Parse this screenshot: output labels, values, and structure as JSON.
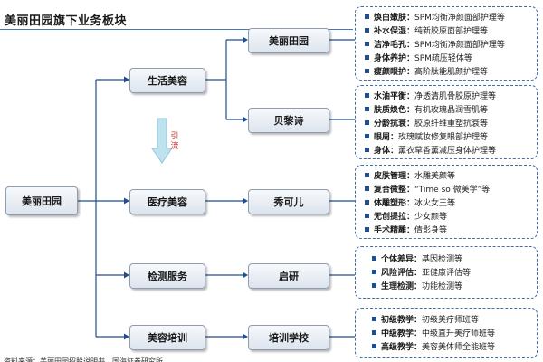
{
  "title": "美丽田园旗下业务板块",
  "root": "美丽田园",
  "categories": [
    {
      "label": "生活美容"
    },
    {
      "label": "医疗美容"
    },
    {
      "label": "检测服务"
    },
    {
      "label": "美容培训"
    }
  ],
  "brands": [
    {
      "label": "美丽田园"
    },
    {
      "label": "贝黎诗"
    },
    {
      "label": "秀可儿"
    },
    {
      "label": "启研"
    },
    {
      "label": "培训学校"
    }
  ],
  "traffic_label": "引流",
  "details": [
    {
      "items": [
        {
          "category": "焕白嫩肤：",
          "desc": "SPM均衡净颜面部护理等"
        },
        {
          "category": "补水保湿：",
          "desc": "纯新胶原面部护理等"
        },
        {
          "category": "洁净毛孔：",
          "desc": "SPM均衡净颜面部护理等"
        },
        {
          "category": "身体养护：",
          "desc": "SPM疏压轻体等"
        },
        {
          "category": "瘦颜眼护：",
          "desc": "高阶肽能肌颜护理等"
        }
      ]
    },
    {
      "items": [
        {
          "category": "水油平衡：",
          "desc": "净透清肌骨胶原护理等"
        },
        {
          "category": "肤质焕色：",
          "desc": "有机玫瑰晶润雪肌等"
        },
        {
          "category": "分龄抗衰：",
          "desc": "胶原纤维重塑抗衰等"
        },
        {
          "category": "眼周：",
          "desc": "玫瑰赋妆修复眼部护理等"
        },
        {
          "category": "身体：",
          "desc": "薰衣草香薰减压身体护理等"
        }
      ]
    },
    {
      "items": [
        {
          "category": "皮肤管理：",
          "desc": "水雕美颜等"
        },
        {
          "category": "复合微整：",
          "desc": "“Time so 微美学”等"
        },
        {
          "category": "体雕塑形：",
          "desc": "冰火女王等"
        },
        {
          "category": "无创提拉：",
          "desc": "少女颜等"
        },
        {
          "category": "手术精雕：",
          "desc": "倩影身等"
        }
      ]
    },
    {
      "items": [
        {
          "category": "个体差异：",
          "desc": "基因检测等"
        },
        {
          "category": "风险评估：",
          "desc": "亚健康评估等"
        },
        {
          "category": "生理检测：",
          "desc": "功能检测等"
        }
      ]
    },
    {
      "items": [
        {
          "category": "初级教学：",
          "desc": "初级美疗师班等"
        },
        {
          "category": "中级教学：",
          "desc": "中级直升美疗师班等"
        },
        {
          "category": "高级教学：",
          "desc": "美容美体师全能班等"
        }
      ]
    }
  ],
  "footer": "资料来源：美丽田园招股说明书，国海证券研究所",
  "colors": {
    "line": "#1f4e8f",
    "accent_red": "#d02828",
    "arrow_fill": "#bfe3ee"
  },
  "icons": {
    "bullet": "square-bullet-icon",
    "traffic": "down-arrow-icon"
  }
}
